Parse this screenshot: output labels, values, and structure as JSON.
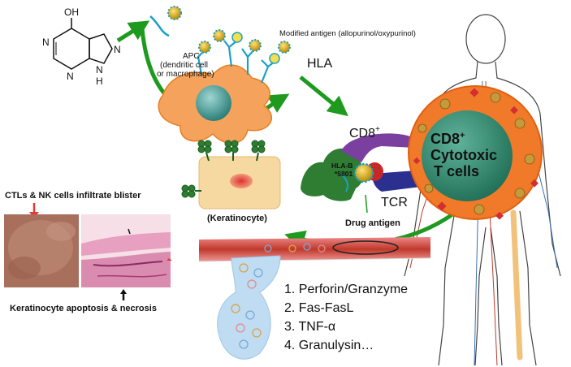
{
  "labels": {
    "apc_line1": "APC",
    "apc_line2": "(dendritic cell",
    "apc_line3": "or macrophage)",
    "modified_antigen": "Modified antigen (allopurinol/oxypurinol)",
    "hla": "HLA",
    "cd8": "CD8",
    "cd8_sup": "+",
    "cell_line1": "CD8",
    "cell_line1_sup": "+",
    "cell_line2": "Cytotoxic",
    "cell_line3": "T cells",
    "hla_b_line1": "HLA-B",
    "hla_b_line2": "*5801",
    "tcr": "TCR",
    "drug_antigen": "Drug antigen",
    "keratinocyte": "(Keratinocyte)",
    "ctl_blister": "CTLs & NK cells infiltrate blister",
    "apoptosis": "Keratinocyte apoptosis & necrosis"
  },
  "molecule": {
    "oh": "OH",
    "n_top": "N",
    "n_left": "N",
    "n_right": "N",
    "nh": "N",
    "h": "H"
  },
  "mechanisms": [
    "1.  Perforin/Granzyme",
    "2.  Fas-FasL",
    "3.  TNF-α",
    "4.  Granulysin…"
  ],
  "colors": {
    "arrow_green": "#1e9a1e",
    "apc_orange": "#f5a35c",
    "tcell_orange": "#f07a2a",
    "tcell_nucleus": "#2e8b57",
    "keratinocyte": "#f6d9a0",
    "cd8_purple": "#7b3fa0",
    "tcr_blue": "#2b2f8f",
    "hla_green": "#2e7d32",
    "antigen_gold": "#e0b400",
    "vessel_red": "#c0392b"
  }
}
